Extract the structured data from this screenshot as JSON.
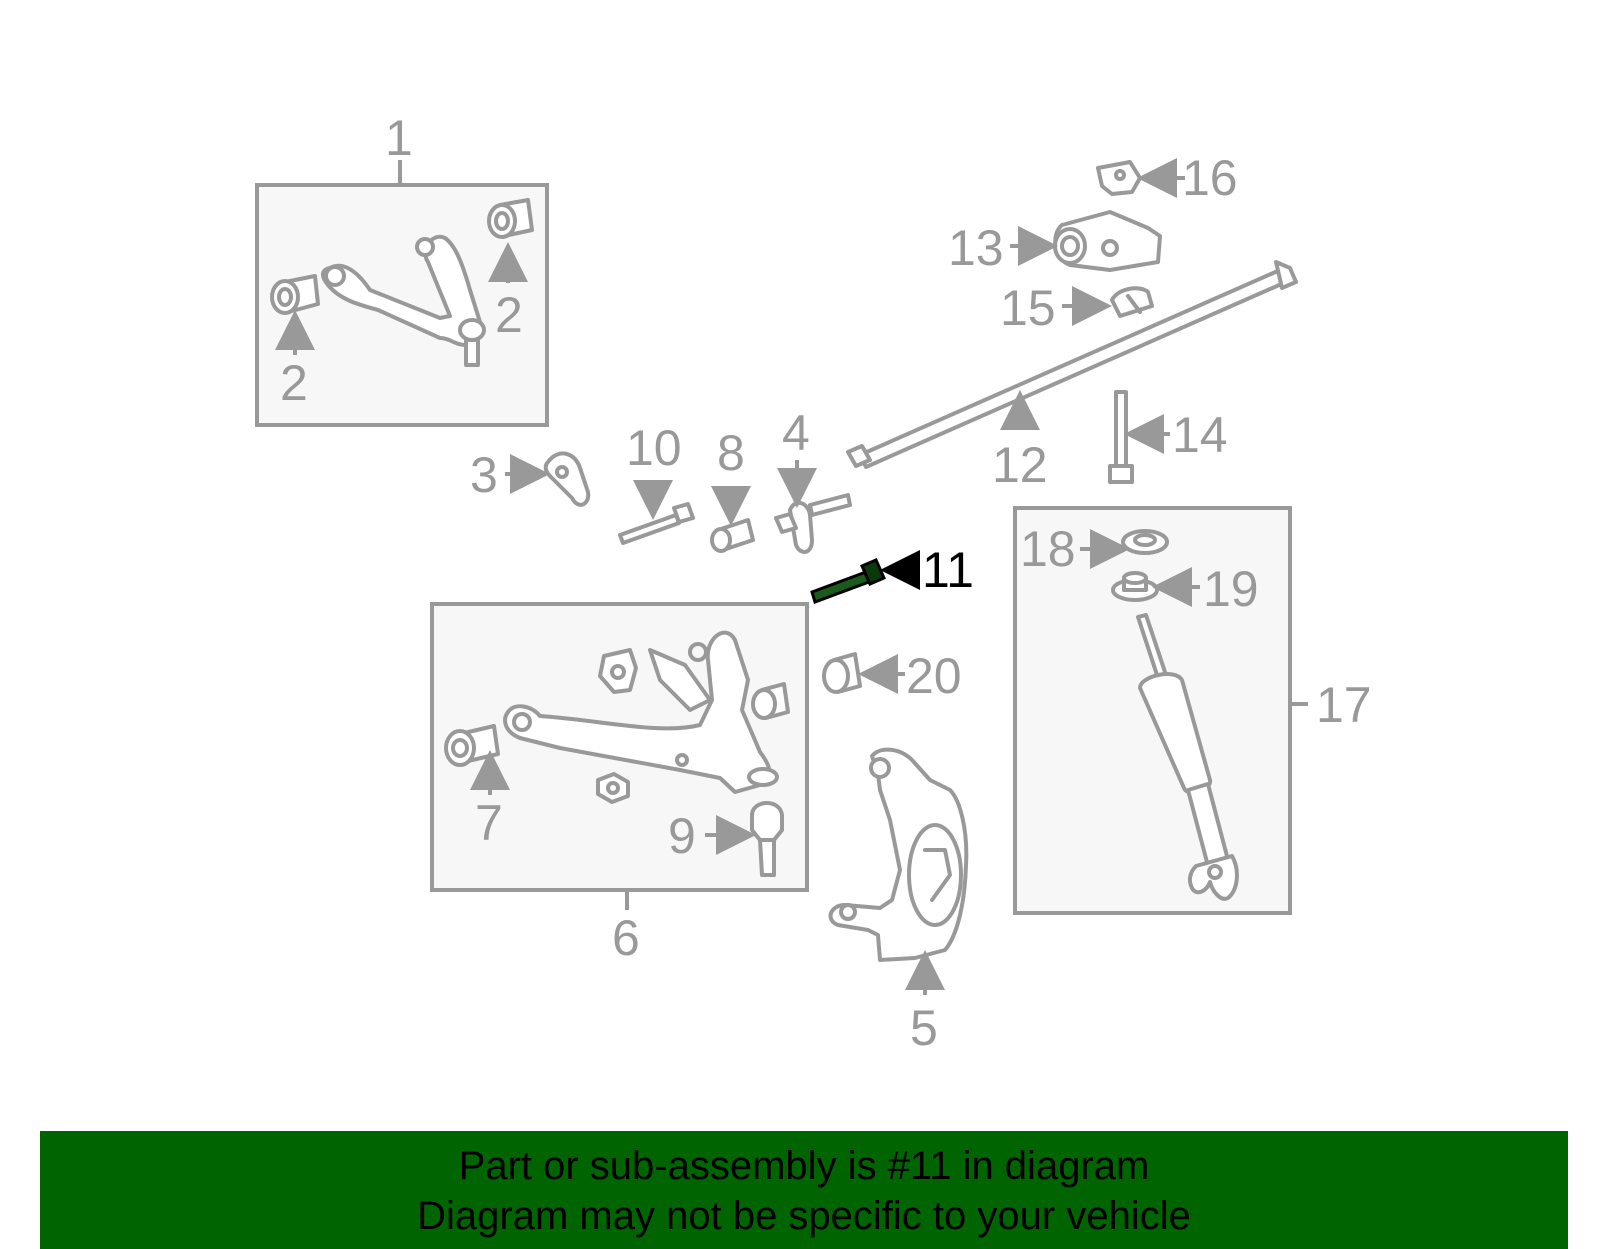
{
  "colors": {
    "part_gray": "#999999",
    "highlight": "#000000",
    "banner_bg": "#006400"
  },
  "callouts": {
    "c1": "1",
    "c2a": "2",
    "c2b": "2",
    "c3": "3",
    "c4": "4",
    "c5": "5",
    "c6": "6",
    "c7": "7",
    "c8": "8",
    "c9": "9",
    "c10": "10",
    "c11": "11",
    "c12": "12",
    "c13": "13",
    "c14": "14",
    "c15": "15",
    "c16": "16",
    "c17": "17",
    "c18": "18",
    "c19": "19",
    "c20": "20"
  },
  "highlighted_part": "11",
  "banner": {
    "line1": "Part or sub-assembly is #11 in diagram",
    "line2": "Diagram may not be specific to your vehicle"
  }
}
